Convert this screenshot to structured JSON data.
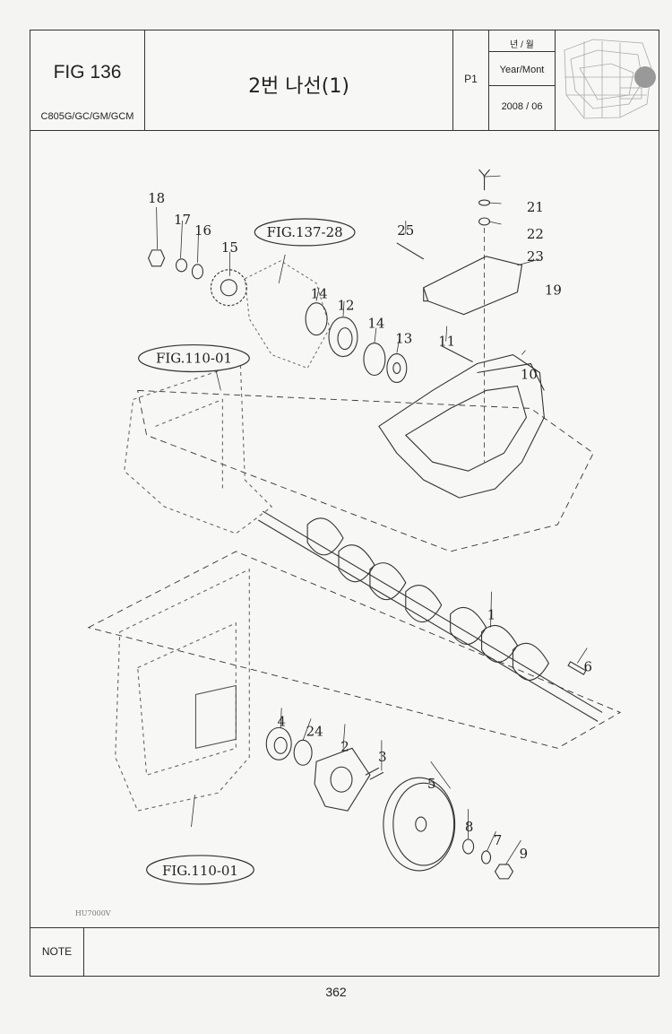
{
  "header": {
    "fig_no": "FIG 136",
    "model": "C805G/GC/GM/GCM",
    "title": "2번 나선(1)",
    "page_id": "P1",
    "date_label_kr": "년 / 월",
    "date_label_en": "Year/Mont",
    "date_value": "2008 / 06"
  },
  "diagram": {
    "refs": {
      "fig_137_28": "FIG.137-28",
      "fig_110_01_top": "FIG.110-01",
      "fig_110_01_bottom": "FIG.110-01"
    },
    "part_numbers": {
      "p1": "1",
      "p2": "2",
      "p3": "3",
      "p4": "4",
      "p5": "5",
      "p6": "6",
      "p7": "7",
      "p8": "8",
      "p9": "9",
      "p10": "10",
      "p11": "11",
      "p12": "12",
      "p13": "13",
      "p14a": "14",
      "p14b": "14",
      "p15": "15",
      "p16": "16",
      "p17": "17",
      "p18": "18",
      "p19": "19",
      "p21": "21",
      "p22": "22",
      "p23": "23",
      "p24": "24",
      "p25": "25"
    },
    "drawing_code": "HU7000V"
  },
  "note": {
    "label": "NOTE",
    "text": ""
  },
  "footer": {
    "page_number": "362"
  }
}
